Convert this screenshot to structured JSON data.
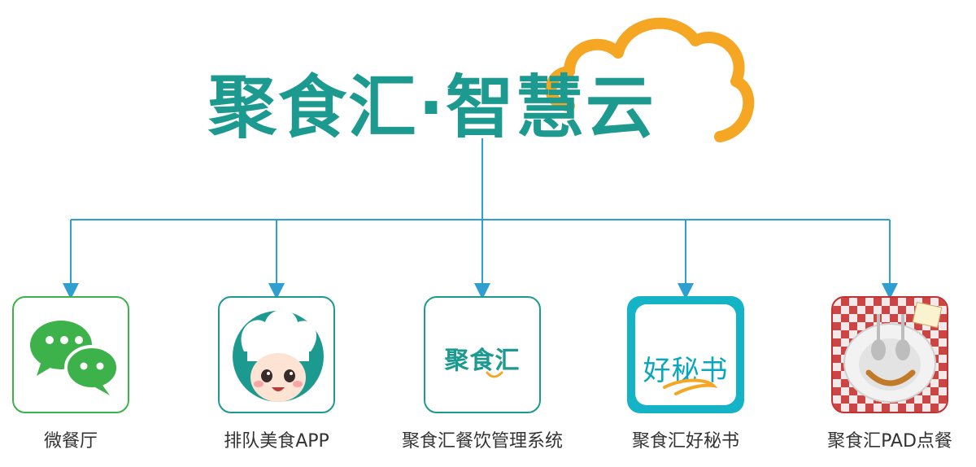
{
  "header": {
    "title": "聚食汇·智慧云",
    "cloud_icon": "cloud-icon",
    "colors": {
      "brand": "#1d9a8f",
      "cloud": "#f5a623",
      "connector": "#2f9fd0"
    }
  },
  "apps": [
    {
      "label": "微餐厅",
      "icon": "wechat-icon",
      "color": "#3db24a"
    },
    {
      "label": "排队美食APP",
      "icon": "chef-icon",
      "color": "#1d9a8f"
    },
    {
      "label": "聚食汇餐饮管理系统",
      "icon": "brand-logo-icon",
      "wordmark": "聚食汇",
      "color": "#1d9a8f"
    },
    {
      "label": "聚食汇好秘书",
      "icon": "secretary-icon",
      "wordmark": "好秘书",
      "color": "#14b3c5"
    },
    {
      "label": "聚食汇PAD点餐",
      "icon": "plate-icon",
      "color": "#c23232"
    }
  ]
}
